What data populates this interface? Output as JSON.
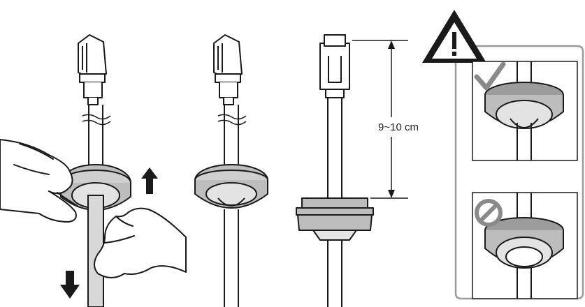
{
  "dimension": {
    "label": "9~10 cm"
  },
  "colors": {
    "outline": "#1a1a1a",
    "gasket_fill": "#bdbdbd",
    "gasket_inner": "#9c9c9c",
    "cable_fill": "#ffffff",
    "cable_pulled": "#d8d8d8",
    "warning_frame": "#9a9a9a",
    "check_mark": "#8a8a8a",
    "prohibit_mark": "#8a8a8a"
  },
  "icons": {
    "warning": "warning-triangle-icon",
    "correct": "check-mark-icon",
    "incorrect": "prohibited-icon",
    "pull_up": "arrow-up-icon",
    "pull_down": "arrow-down-icon"
  },
  "steps": [
    "pull-cable-through-gasket",
    "gasket-on-cable",
    "measure-gasket-position"
  ],
  "examples": [
    "correct-gasket-seating",
    "incorrect-gasket-seating"
  ]
}
